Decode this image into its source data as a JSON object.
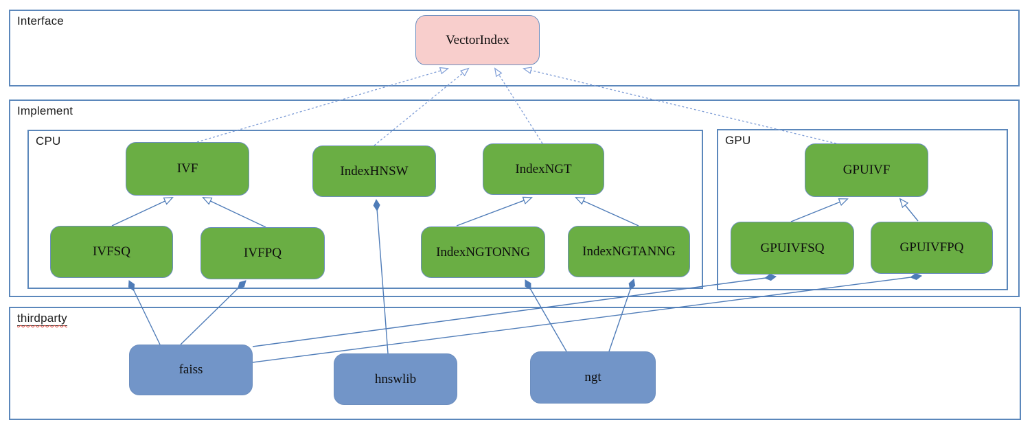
{
  "diagram": {
    "groups": {
      "interface": {
        "label": "Interface"
      },
      "implement": {
        "label": "Implement"
      },
      "cpu": {
        "label": "CPU"
      },
      "gpu": {
        "label": "GPU"
      },
      "thirdparty": {
        "label": "thirdparty"
      }
    },
    "nodes": {
      "vectorindex": {
        "label": "VectorIndex",
        "kind": "interface",
        "group": "interface"
      },
      "ivf": {
        "label": "IVF",
        "kind": "class",
        "group": "cpu"
      },
      "indexhnsw": {
        "label": "IndexHNSW",
        "kind": "class",
        "group": "cpu"
      },
      "indexngt": {
        "label": "IndexNGT",
        "kind": "class",
        "group": "cpu"
      },
      "ivfsq": {
        "label": "IVFSQ",
        "kind": "class",
        "group": "cpu"
      },
      "ivfpq": {
        "label": "IVFPQ",
        "kind": "class",
        "group": "cpu"
      },
      "indexngtonng": {
        "label": "IndexNGTONNG",
        "kind": "class",
        "group": "cpu"
      },
      "indexngtanng": {
        "label": "IndexNGTANNG",
        "kind": "class",
        "group": "cpu"
      },
      "gpuivf": {
        "label": "GPUIVF",
        "kind": "class",
        "group": "gpu"
      },
      "gpuivfsq": {
        "label": "GPUIVFSQ",
        "kind": "class",
        "group": "gpu"
      },
      "gpuivfpq": {
        "label": "GPUIVFPQ",
        "kind": "class",
        "group": "gpu"
      },
      "faiss": {
        "label": "faiss",
        "kind": "library",
        "group": "thirdparty"
      },
      "hnswlib": {
        "label": "hnswlib",
        "kind": "library",
        "group": "thirdparty"
      },
      "ngt": {
        "label": "ngt",
        "kind": "library",
        "group": "thirdparty"
      }
    },
    "edges": [
      {
        "from": "ivf",
        "to": "vectorindex",
        "type": "realization-dashed"
      },
      {
        "from": "indexhnsw",
        "to": "vectorindex",
        "type": "realization-dashed"
      },
      {
        "from": "indexngt",
        "to": "vectorindex",
        "type": "realization-dashed"
      },
      {
        "from": "gpuivf",
        "to": "vectorindex",
        "type": "realization-dashed"
      },
      {
        "from": "ivfsq",
        "to": "ivf",
        "type": "generalization"
      },
      {
        "from": "ivfpq",
        "to": "ivf",
        "type": "generalization"
      },
      {
        "from": "indexngtonng",
        "to": "indexngt",
        "type": "generalization"
      },
      {
        "from": "indexngtanng",
        "to": "indexngt",
        "type": "generalization"
      },
      {
        "from": "gpuivfsq",
        "to": "gpuivf",
        "type": "generalization"
      },
      {
        "from": "gpuivfpq",
        "to": "gpuivf",
        "type": "generalization"
      },
      {
        "from": "faiss",
        "to": "ivfsq",
        "type": "composition"
      },
      {
        "from": "faiss",
        "to": "ivfpq",
        "type": "composition"
      },
      {
        "from": "faiss",
        "to": "gpuivfsq",
        "type": "composition"
      },
      {
        "from": "faiss",
        "to": "gpuivfpq",
        "type": "composition"
      },
      {
        "from": "hnswlib",
        "to": "indexhnsw",
        "type": "composition"
      },
      {
        "from": "ngt",
        "to": "indexngtonng",
        "type": "composition"
      },
      {
        "from": "ngt",
        "to": "indexngtanng",
        "type": "composition"
      }
    ],
    "colors": {
      "interface_fill": "#f8cecc",
      "class_fill": "#6aae44",
      "library_fill": "#7295c8",
      "node_border": "#6c8ebf",
      "group_border": "#5b87bb",
      "edge": "#4f7cb8",
      "edge_dashed": "#7d9cd6",
      "spellcheck": "#e03c31"
    }
  }
}
